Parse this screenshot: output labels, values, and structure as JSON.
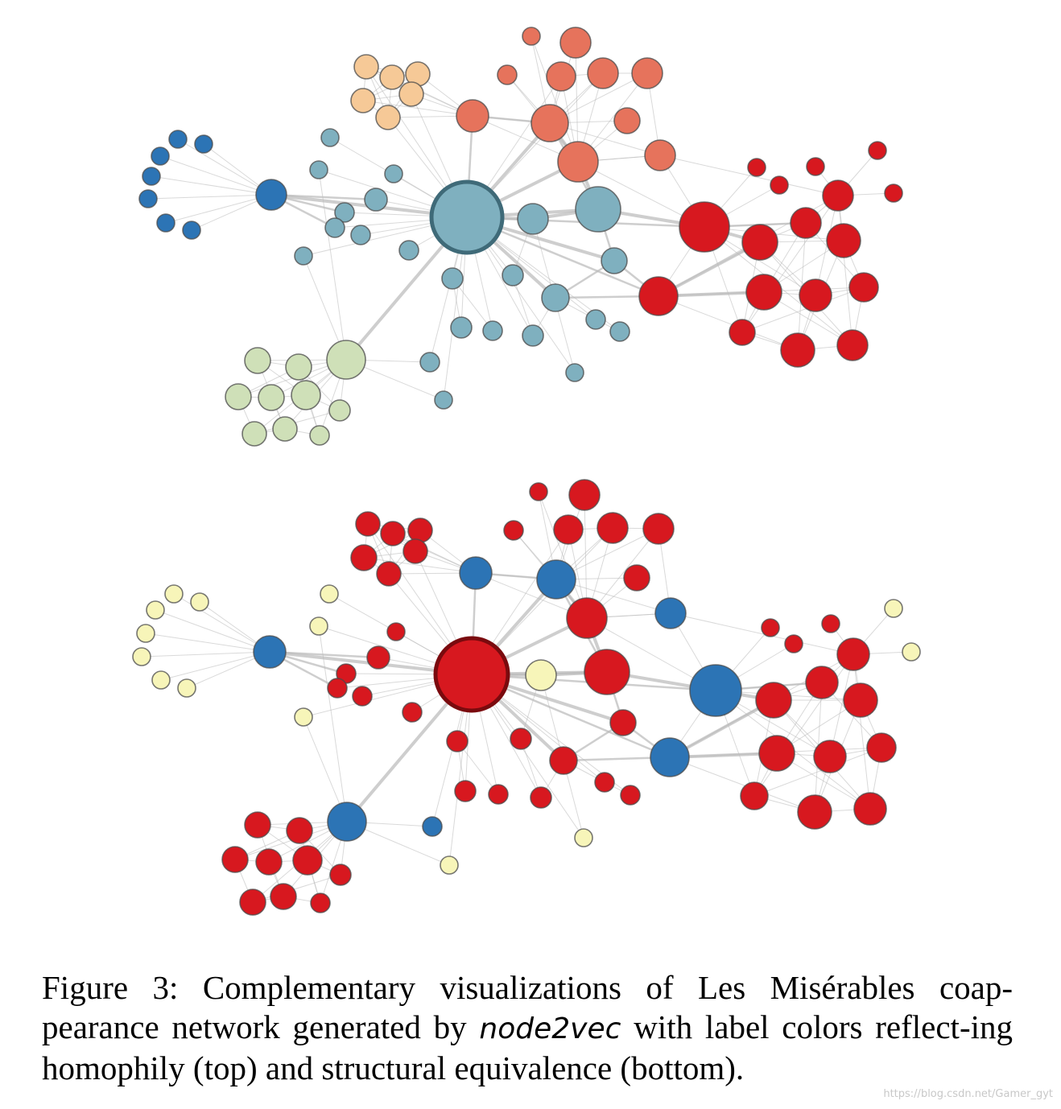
{
  "caption": {
    "prefix": "Figure 3: Complementary visualizations of Les Misérables coap-pearance network generated by ",
    "method": "node2vec",
    "suffix": " with label colors reflect-ing homophily (top) and structural equivalence (bottom)."
  },
  "watermark": "https://blog.csdn.net/Gamer_gyt",
  "colors": {
    "edge": "#b9b9b9",
    "top": {
      "teal": "#7fb0bf",
      "blue": "#2c74b5",
      "orange": "#e6735c",
      "peach": "#f6c997",
      "red": "#d7181f",
      "green": "#cfe0b8"
    },
    "bottom": {
      "red": "#d7181f",
      "blue": "#2c74b5",
      "yellow": "#f7f5b9"
    }
  },
  "legend_meaning": {
    "top": "homophily",
    "bottom": "structural equivalence"
  }
}
